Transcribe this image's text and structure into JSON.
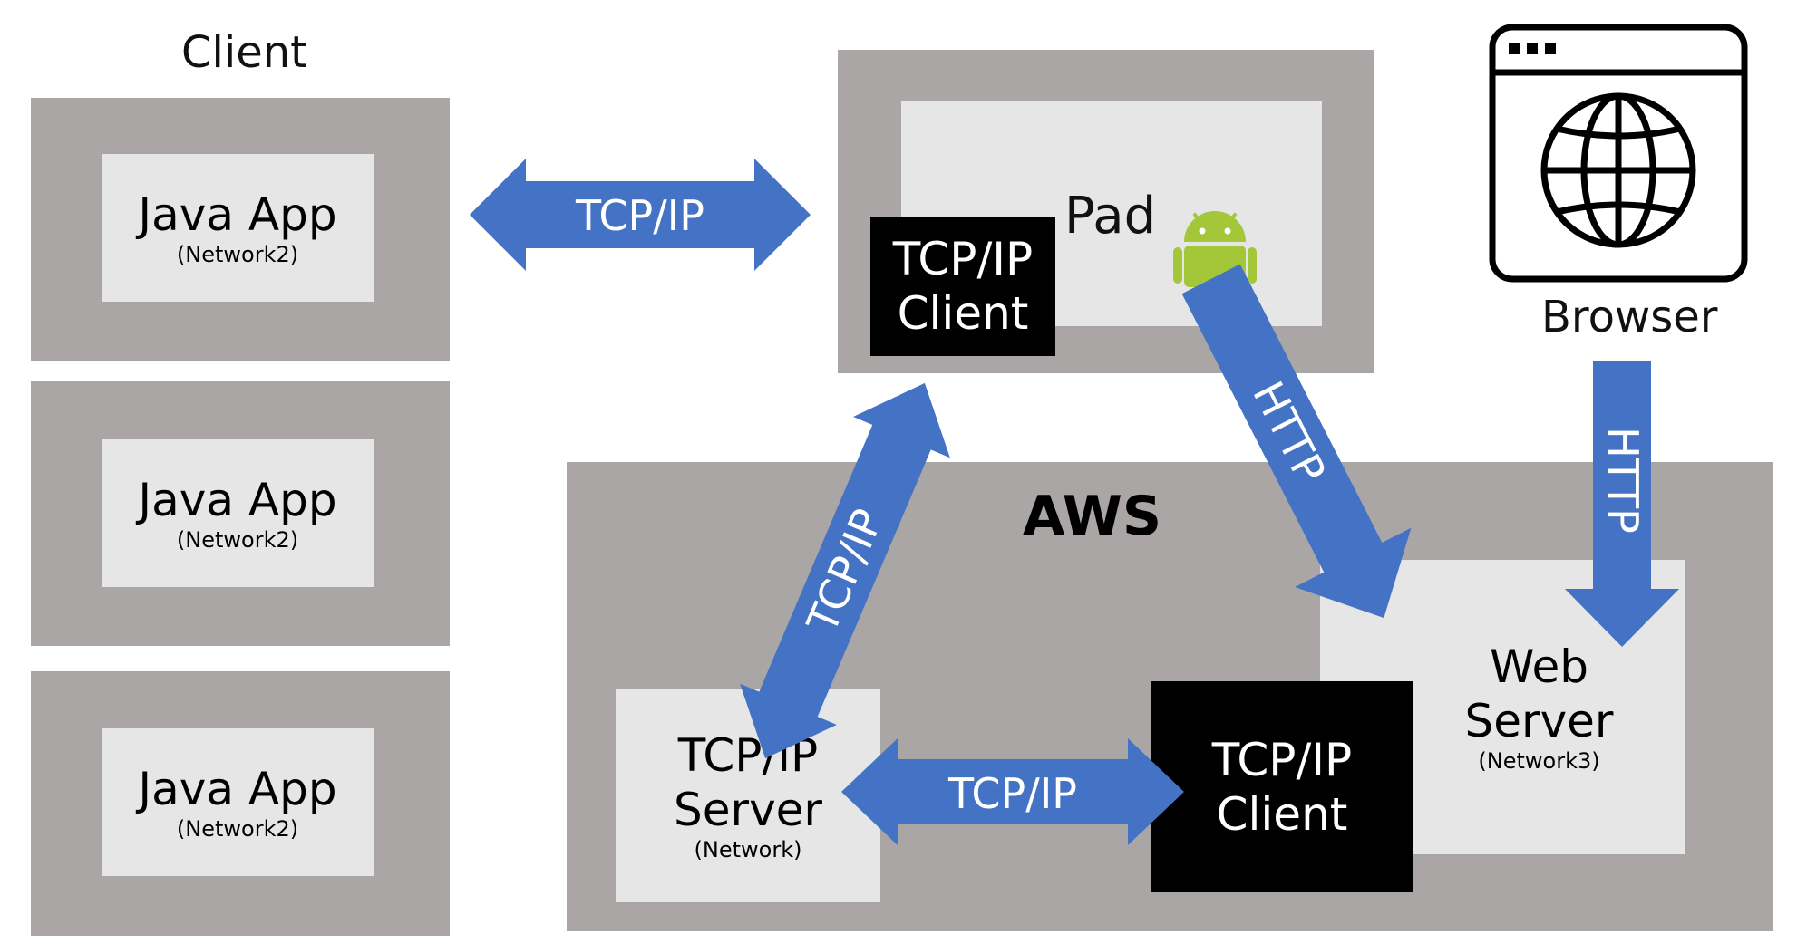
{
  "client": {
    "title": "Client",
    "apps": [
      {
        "name": "Java App",
        "sub": "(Network2)"
      },
      {
        "name": "Java App",
        "sub": "(Network2)"
      },
      {
        "name": "Java App",
        "sub": "(Network2)"
      }
    ]
  },
  "pad": {
    "name": "Pad",
    "client_label_1": "TCP/IP",
    "client_label_2": "Client",
    "icon": "android-icon"
  },
  "browser": {
    "label": "Browser",
    "icon": "browser-globe-icon"
  },
  "aws": {
    "title": "AWS",
    "server": {
      "line1": "TCP/IP",
      "line2": "Server",
      "sub": "(Network)"
    },
    "client": {
      "line1": "TCP/IP",
      "line2": "Client"
    },
    "web": {
      "line1": "Web",
      "line2": "Server",
      "sub": "(Network3)"
    }
  },
  "arrows": {
    "client_pad": "TCP/IP",
    "pad_server": "TCP/IP",
    "server_client": "TCP/IP",
    "pad_web": "HTTP",
    "browser_web": "HTTP"
  },
  "colors": {
    "arrow": "#4472c4",
    "box_outer": "#aaa6a5",
    "box_inner": "#e6e6e6",
    "box_dark": "#000000",
    "android": "#a4c639"
  }
}
